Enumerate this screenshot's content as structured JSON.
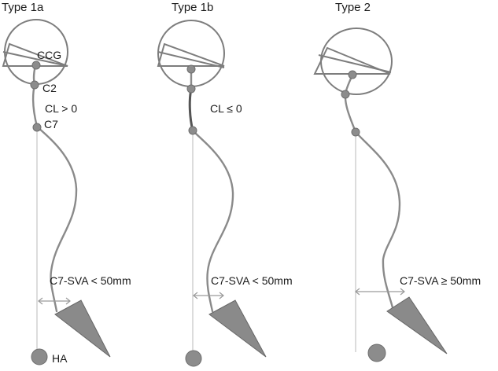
{
  "panels": [
    {
      "title": "Type 1a",
      "point_labels": [
        "CCG",
        "C2",
        "C7",
        "HA"
      ],
      "lordosis_label": "CL > 0",
      "sva_label": "C7-SVA < 50mm"
    },
    {
      "title": "Type 1b",
      "point_labels": [],
      "lordosis_label": "CL ≤ 0",
      "sva_label": "C7-SVA < 50mm"
    },
    {
      "title": "Type 2",
      "point_labels": [],
      "lordosis_label": "",
      "sva_label": "C7-SVA ≥ 50mm"
    }
  ],
  "colors": {
    "outline": "#7d7d7d",
    "landmark": "#8c8c8c",
    "pelvis": "#8a8a8a",
    "plumb_line": "#b8b8b8"
  }
}
